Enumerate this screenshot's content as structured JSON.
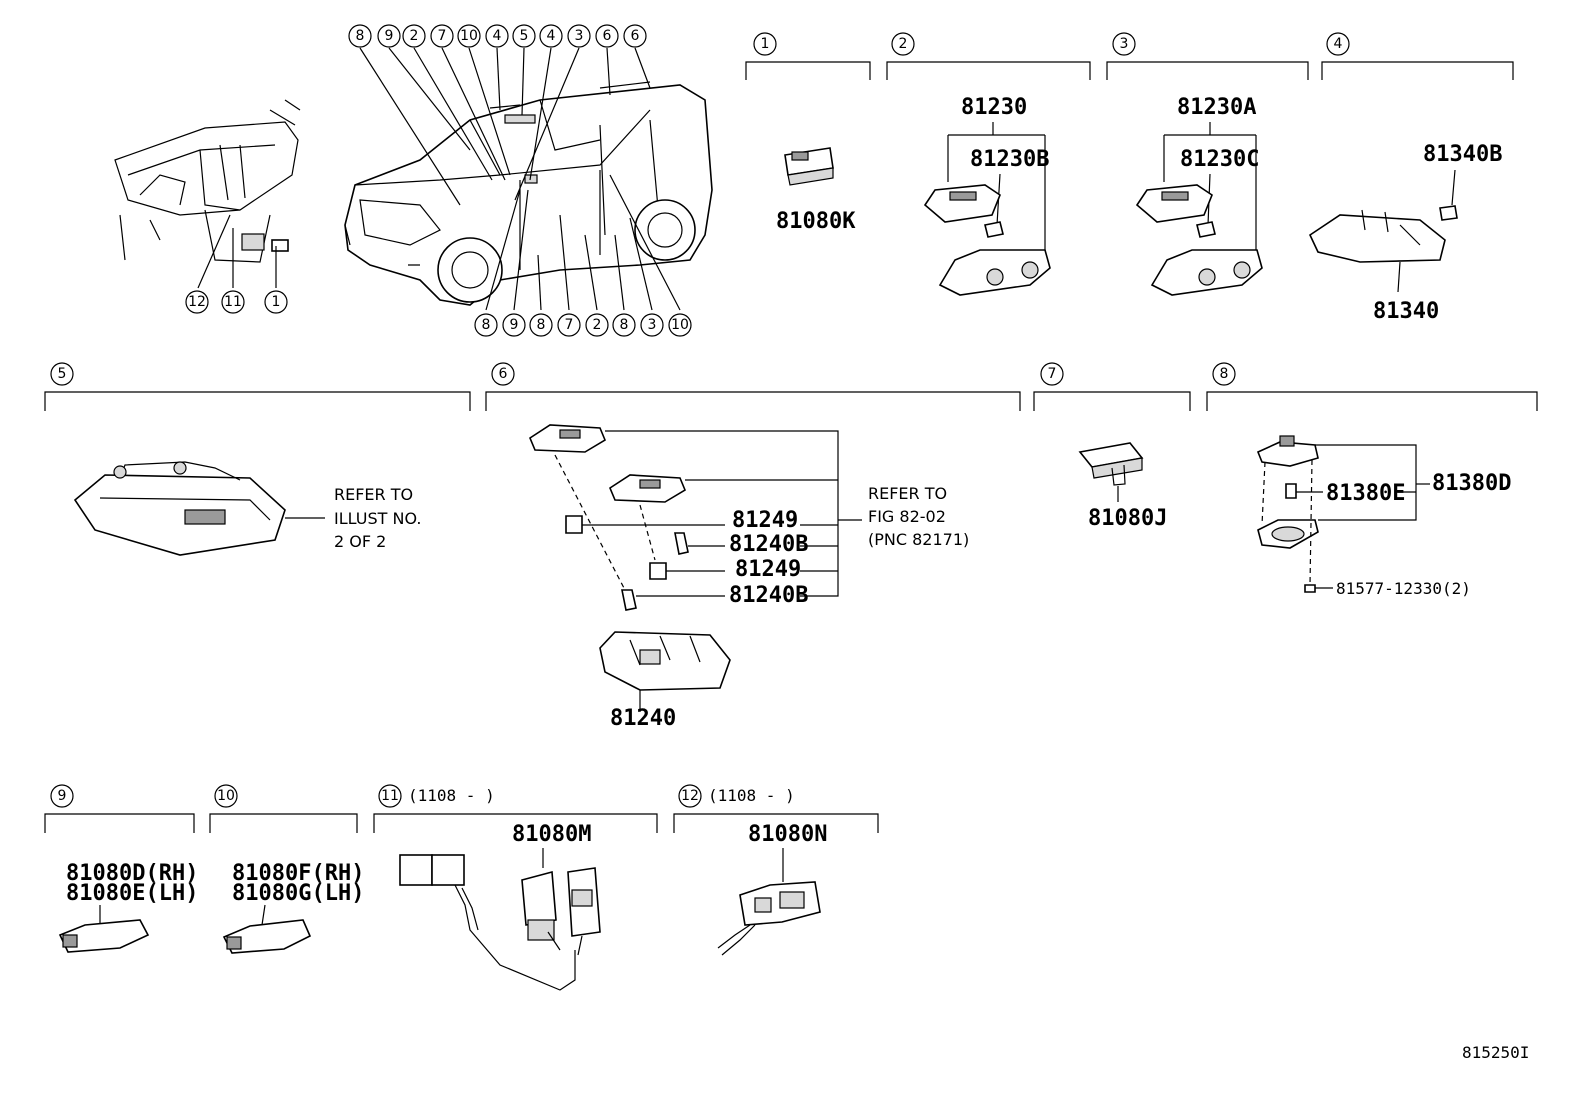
{
  "sections": [
    {
      "num": "1",
      "parts": [
        "81080K"
      ]
    },
    {
      "num": "2",
      "parts": [
        "81230",
        "81230B"
      ]
    },
    {
      "num": "3",
      "parts": [
        "81230A",
        "81230C"
      ]
    },
    {
      "num": "4",
      "parts": [
        "81340B",
        "81340"
      ]
    },
    {
      "num": "5",
      "note": [
        "REFER TO",
        "ILLUST NO.",
        "2 OF 2"
      ]
    },
    {
      "num": "6",
      "parts": [
        "81249",
        "81240B",
        "81249",
        "81240B",
        "81240"
      ],
      "note": [
        "REFER TO",
        "FIG 82-02",
        "(PNC 82171)"
      ]
    },
    {
      "num": "7",
      "parts": [
        "81080J"
      ]
    },
    {
      "num": "8",
      "parts": [
        "81380D",
        "81380E",
        "81577-12330(2)"
      ]
    },
    {
      "num": "9",
      "parts": [
        "81080D(RH)",
        "81080E(LH)"
      ]
    },
    {
      "num": "10",
      "parts": [
        "81080F(RH)",
        "81080G(LH)"
      ]
    },
    {
      "num": "11",
      "range": "(1108 -     )",
      "parts": [
        "81080M"
      ]
    },
    {
      "num": "12",
      "range": "(1108 -     )",
      "parts": [
        "81080N"
      ]
    }
  ],
  "overview": {
    "top_callouts": [
      "8",
      "9",
      "2",
      "7",
      "10",
      "4",
      "5",
      "4",
      "3",
      "6",
      "6"
    ],
    "bottom_callouts": [
      "8",
      "9",
      "8",
      "7",
      "2",
      "8",
      "3",
      "10"
    ],
    "dash_callouts": [
      "12",
      "11",
      "1"
    ]
  },
  "figure_id": "815250I"
}
